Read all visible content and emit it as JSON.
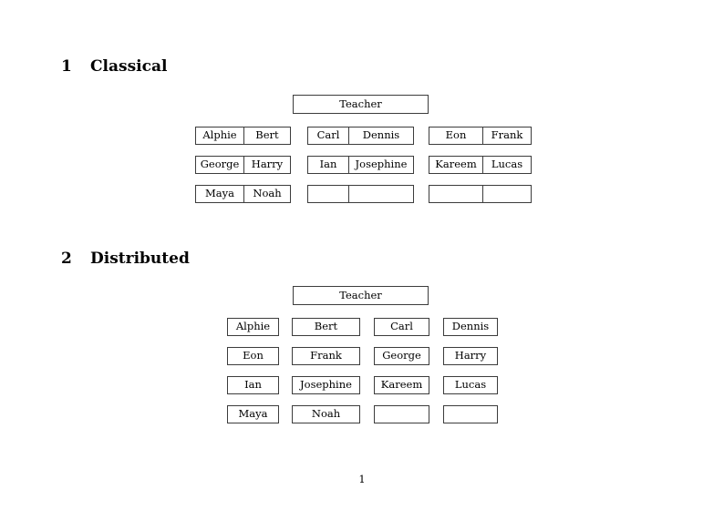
{
  "document": {
    "page_number": "1",
    "background_color": "#ffffff",
    "text_color": "#000000",
    "border_color": "#3c3c3c"
  },
  "sections": [
    {
      "number": "1",
      "title": "Classical",
      "diagram": {
        "type": "grouped-pairs",
        "root": {
          "label": "Teacher"
        },
        "columns": [
          {
            "rows": [
              {
                "cells": [
                  "Alphie",
                  "Bert"
                ]
              },
              {
                "cells": [
                  "George",
                  "Harry"
                ]
              },
              {
                "cells": [
                  "Maya",
                  "Noah"
                ]
              }
            ]
          },
          {
            "rows": [
              {
                "cells": [
                  "Carl",
                  "Dennis"
                ]
              },
              {
                "cells": [
                  "Ian",
                  "Josephine"
                ]
              },
              {
                "cells": [
                  "",
                  ""
                ]
              }
            ]
          },
          {
            "rows": [
              {
                "cells": [
                  "Eon",
                  "Frank"
                ]
              },
              {
                "cells": [
                  "Kareem",
                  "Lucas"
                ]
              },
              {
                "cells": [
                  "",
                  ""
                ]
              }
            ]
          }
        ]
      }
    },
    {
      "number": "2",
      "title": "Distributed",
      "diagram": {
        "type": "flat-grid",
        "root": {
          "label": "Teacher"
        },
        "rows": [
          {
            "cells": [
              "Alphie",
              "Bert",
              "Carl",
              "Dennis"
            ]
          },
          {
            "cells": [
              "Eon",
              "Frank",
              "George",
              "Harry"
            ]
          },
          {
            "cells": [
              "Ian",
              "Josephine",
              "Kareem",
              "Lucas"
            ]
          },
          {
            "cells": [
              "Maya",
              "Noah",
              "",
              ""
            ]
          }
        ]
      }
    }
  ]
}
